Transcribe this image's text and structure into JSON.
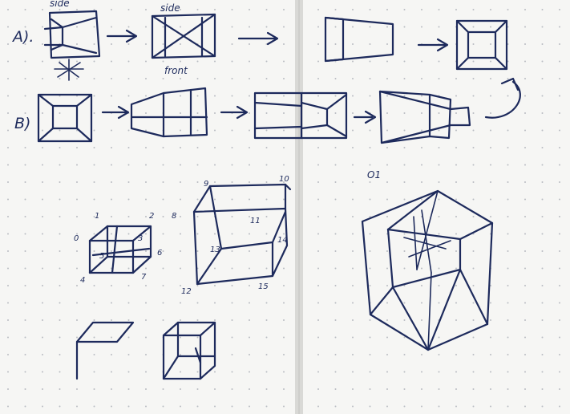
{
  "rows": {
    "a_label": "A).",
    "b_label": "B)"
  },
  "notes": {
    "top_left_word": "side",
    "side_word": "side",
    "front_word": "front",
    "figure_o1": "O1"
  },
  "cube_small_numbers": [
    "0",
    "1",
    "2",
    "3",
    "4",
    "5",
    "6",
    "7"
  ],
  "cube_big_numbers": [
    "8",
    "9",
    "10",
    "11",
    "12",
    "13",
    "14",
    "15"
  ],
  "colors": {
    "ink": "#1d2a5c",
    "paper": "#f6f6f4",
    "dots": "#b9bcc2"
  }
}
